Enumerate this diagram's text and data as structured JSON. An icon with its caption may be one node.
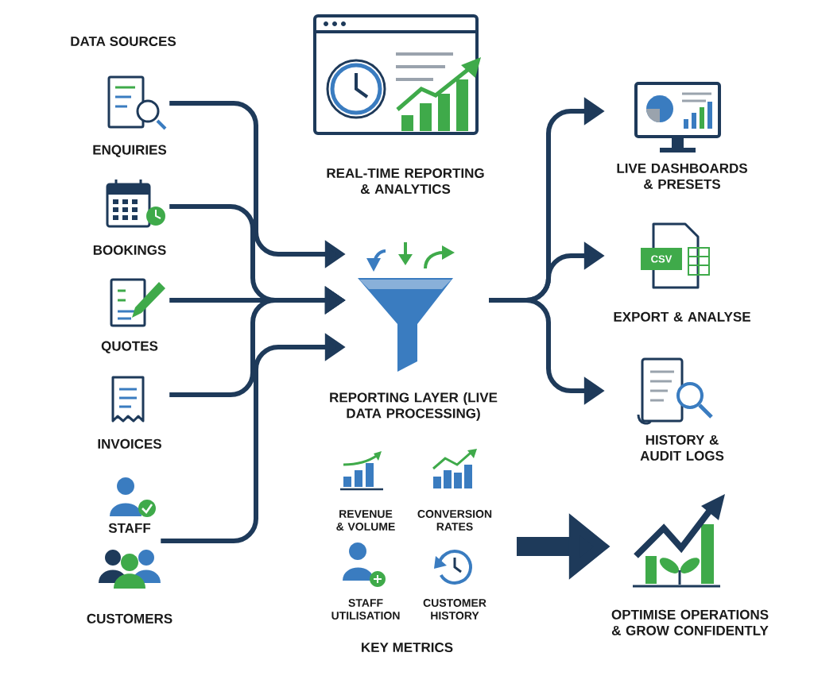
{
  "diagram": {
    "nodes": [
      {
        "text": [
          "ENQUIRIES"
        ]
      },
      {
        "text": [
          "BOOKINGS"
        ]
      },
      {
        "text": [
          "QUOTES"
        ]
      },
      {
        "text": [
          "INVOICES"
        ]
      },
      {
        "text": [
          "STAFF"
        ]
      },
      {
        "text": [
          "CUSTOMERS"
        ]
      },
      {
        "text": [
          "REPORTING LAYER (LIVE DATA PROCESSING)"
        ]
      },
      {
        "text": [
          "LIVE DASHBOARDS & PRESETS"
        ]
      },
      {
        "text": [
          "EXPORT & ANALYSE"
        ]
      },
      {
        "text": [
          "HISTORY & AUDIT LOGS"
        ]
      },
      {
        "text": [
          "OPTIMISE OPERATIONS & GROW CONFIDENTLY"
        ]
      }
    ],
    "edges": [
      {
        "from": 0,
        "to": 6,
        "arrow": "to"
      },
      {
        "from": 1,
        "to": 6,
        "arrow": "to"
      },
      {
        "from": 2,
        "to": 6,
        "arrow": "to"
      },
      {
        "from": 3,
        "to": 6,
        "arrow": "to"
      },
      {
        "from": 4,
        "to": 6,
        "arrow": "to"
      },
      {
        "from": 5,
        "to": 6,
        "arrow": "to"
      },
      {
        "from": 6,
        "to": 7,
        "arrow": "to"
      },
      {
        "from": 6,
        "to": 8,
        "arrow": "to"
      },
      {
        "from": 6,
        "to": 9,
        "arrow": "to"
      },
      {
        "from": null,
        "to": 10,
        "arrow": "to",
        "style": "thick"
      }
    ],
    "labels": [
      "DATA SOURCES",
      "REAL-TIME REPORTING & ANALYTICS",
      "CSV",
      "REVENUE & VOLUME",
      "CONVERSION RATES",
      "STAFF UTILISATION",
      "CUSTOMER HISTORY",
      "KEY METRICS"
    ]
  }
}
